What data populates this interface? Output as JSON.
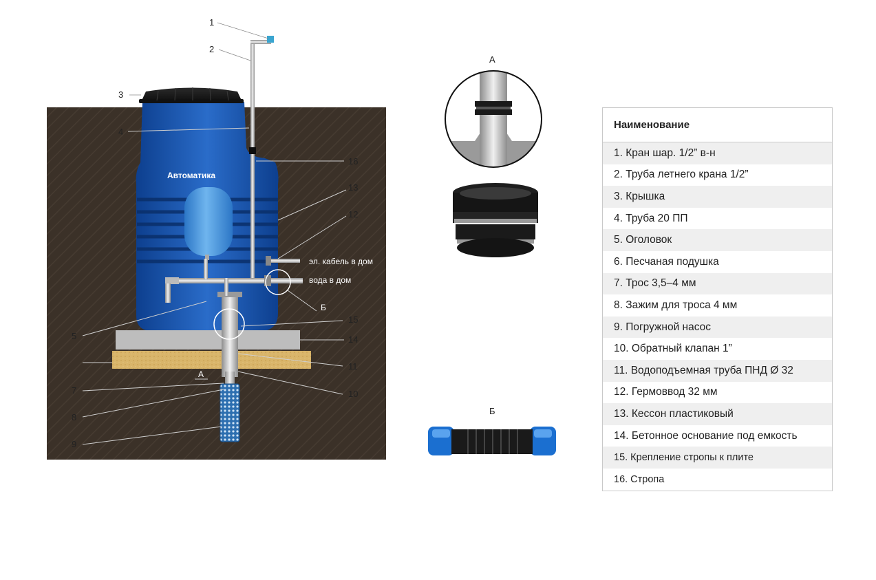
{
  "diagram": {
    "callout_numbers": [
      "1",
      "2",
      "3",
      "4",
      "5",
      "7",
      "8",
      "9",
      "16",
      "13",
      "12",
      "15",
      "14",
      "11",
      "10"
    ],
    "inner_labels": {
      "automation": "Автоматика",
      "cable": "эл. кабель в дом",
      "water": "вода в дом",
      "node_a": "А",
      "node_b": "Б"
    },
    "detail_a_label": "А",
    "detail_b_label": "Б"
  },
  "legend": {
    "header": "Наименование",
    "items": [
      "1. Кран шар. 1/2” в-н",
      "2. Труба летнего крана 1/2”",
      "3. Крышка",
      "4. Труба 20 ПП",
      "5. Оголовок",
      "6. Песчаная подушка",
      "7. Трос 3,5–4 мм",
      "8. Зажим для троса 4 мм",
      "9. Погружной насос",
      "10. Обратный клапан 1”",
      "11. Водоподъемная труба ПНД Ø 32",
      "12. Гермоввод 32 мм",
      "13. Кессон пластиковый",
      "14. Бетонное основание под емкость",
      "15. Крепление стропы к плите",
      "16. Стропа"
    ]
  },
  "colors": {
    "soil": "#3b3128",
    "caisson": "#1f5fb8",
    "sand": "#d9b56a",
    "concrete": "#bdbdbd",
    "tank": "#3f8fd8"
  }
}
